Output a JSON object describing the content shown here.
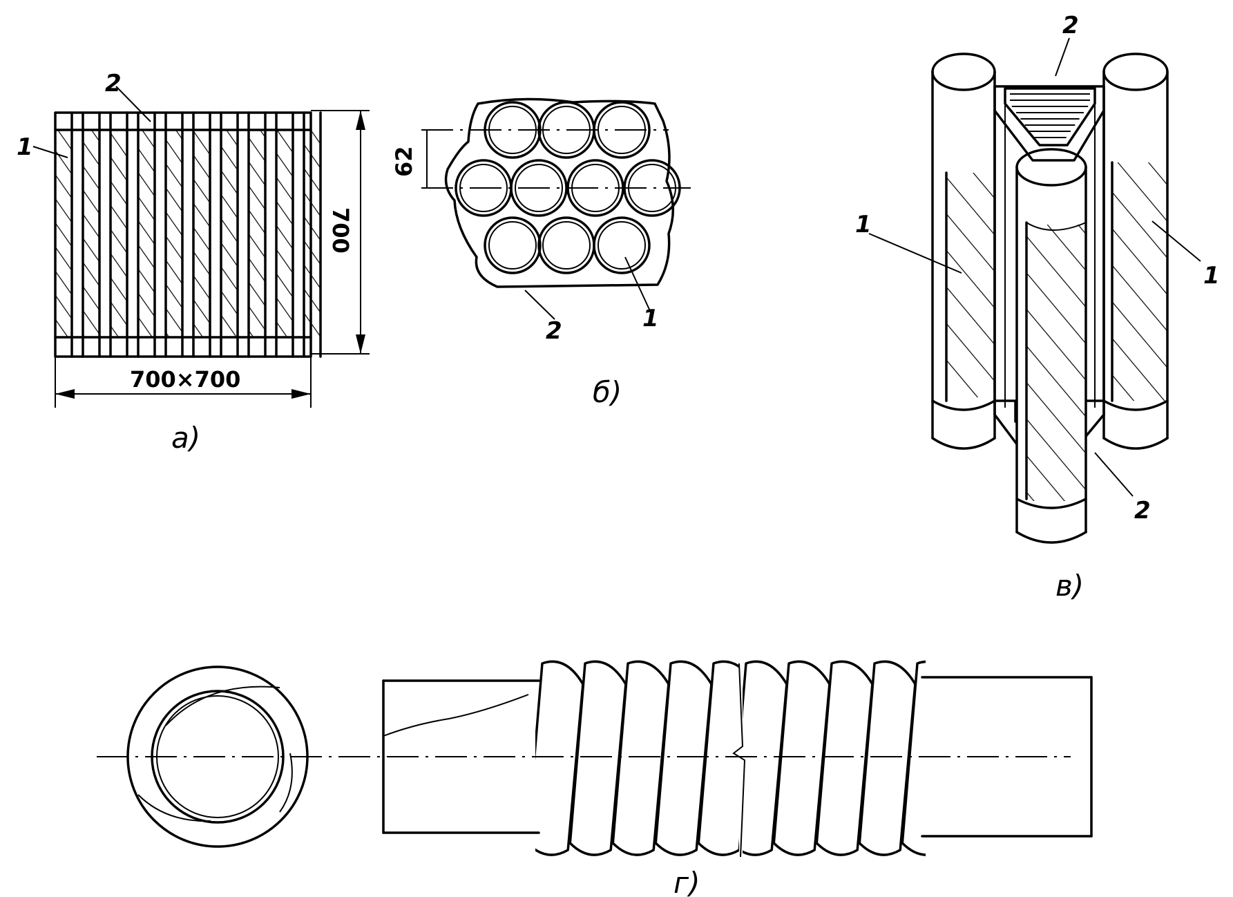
{
  "panels": {
    "a": {
      "caption": "а)",
      "label_1": "1",
      "label_2": "2",
      "height_dim": "700",
      "width_dim": "700×700"
    },
    "b": {
      "caption": "б)",
      "label_1": "1",
      "label_2": "2",
      "pitch_dim": "62"
    },
    "v": {
      "caption": "в)",
      "label_1_left": "1",
      "label_1_right": "1",
      "label_2_top": "2",
      "label_2_bottom": "2"
    },
    "g": {
      "caption": "г)"
    }
  }
}
